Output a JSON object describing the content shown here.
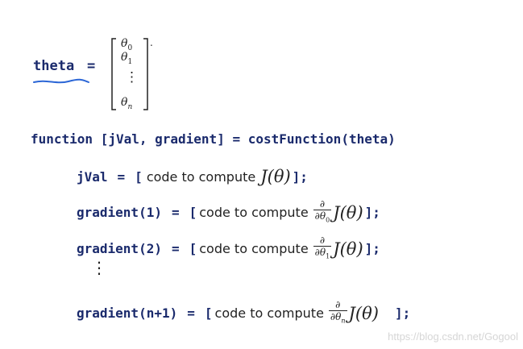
{
  "header": {
    "variable": "theta",
    "equals": "=",
    "vector": {
      "elements": [
        {
          "symbol": "θ",
          "sub": "0"
        },
        {
          "symbol": "θ",
          "sub": "1"
        },
        {
          "symbol": "θ",
          "sub": "n"
        }
      ],
      "ellipsis": "⋮",
      "trailing": "."
    }
  },
  "function_line": "function [jVal, gradient] = costFunction(theta)",
  "lines": {
    "jval": {
      "lhs": "jVal",
      "eq": "=",
      "open": "[",
      "text": "code to compute",
      "J": "J(θ)",
      "close": "];"
    },
    "g1": {
      "lhs": "gradient(1)",
      "eq": "=",
      "open": "[",
      "text": "code to compute",
      "num": "∂",
      "den": "∂θ",
      "sub": "0",
      "J": "J(θ)",
      "close": "];"
    },
    "g2": {
      "lhs": "gradient(2)",
      "eq": "=",
      "open": "[",
      "text": "code to compute",
      "num": "∂",
      "den": "∂θ",
      "sub": "1",
      "J": "J(θ)",
      "close": "];"
    },
    "vdots": "⋮",
    "gn": {
      "lhs": "gradient(n+1)",
      "eq": "=",
      "open": "[",
      "text": "code to compute",
      "num": "∂",
      "den": "∂θ",
      "sub": "n",
      "J": "J(θ)",
      "close": "];"
    }
  },
  "watermark": "https://blog.csdn.net/Gogool",
  "colors": {
    "code": "#1a2a6c",
    "underline": "#2b66d6"
  }
}
